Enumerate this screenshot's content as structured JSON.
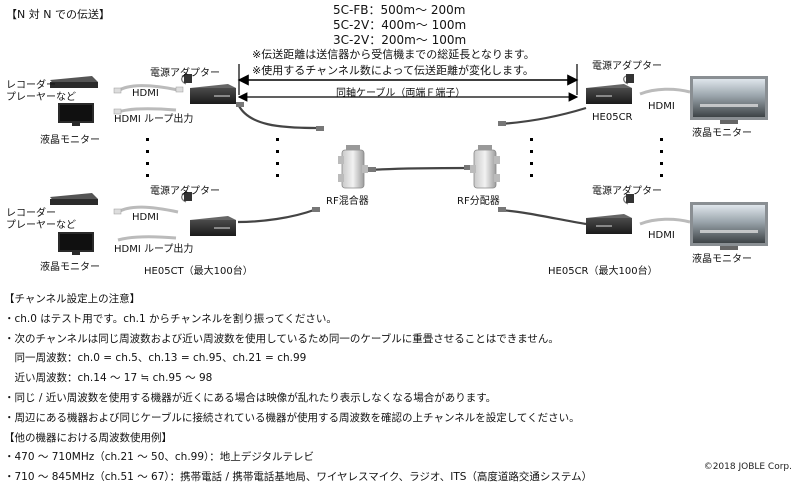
{
  "title": "【N 対 N での伝送】",
  "specs": [
    "5C-FB：500m～ 200m",
    "5C-2V：400m～ 100m",
    "3C-2V：200m～ 100m"
  ],
  "span_notes": [
    "※伝送距離は送信器から受信機までの総延長となります。",
    "※使用するチャンネル数によって伝送距離が変化します。"
  ],
  "cable_label": "同軸ケーブル（両端Ｆ端子）",
  "left_group": {
    "power_label": "電源アダプター",
    "recorder_label_1": "レコーダー",
    "recorder_label_2": "プレーヤーなど",
    "hdmi_label": "HDMI",
    "loop_label": "HDMI ループ出力",
    "monitor_label": "液晶モニター"
  },
  "left_caption": "HE05CT（最大100台）",
  "right_group": {
    "power_label": "電源アダプター",
    "hdmi_label": "HDMI",
    "device_label": "HE05CR",
    "monitor_label": "液晶モニター"
  },
  "right_caption": "HE05CR（最大100台）",
  "mixer_label": "RF混合器",
  "splitter_label": "RF分配器",
  "notes": [
    "【チャンネル設定上の注意】",
    "・ch.0 はテスト用です。ch.1 からチャンネルを割り振ってください。",
    "・次のチャンネルは同じ周波数および近い周波数を使用しているため同一のケーブルに重畳させることはできません。",
    "　同一周波数：ch.0 = ch.5、ch.13 = ch.95、ch.21 = ch.99",
    "　近い周波数：ch.14 ～ 17 ≒ ch.95 ～ 98",
    "・同じ / 近い周波数を使用する機器が近くにある場合は映像が乱れたり表示しなくなる場合があります。",
    "・周辺にある機器および同じケーブルに接続されている機器が使用する周波数を確認の上チャンネルを設定してください。",
    "【他の機器における周波数使用例】",
    "・470 ～ 710MHz（ch.21 ～ 50、ch.99）：地上デジタルテレビ",
    "・710 ～ 845MHz（ch.51 ～ 67）：携帯電話 / 携帯電話基地局、ワイヤレスマイク、ラジオ、ITS（高度道路交通システム）"
  ],
  "copyright": "©2018 JOBLE Corp."
}
